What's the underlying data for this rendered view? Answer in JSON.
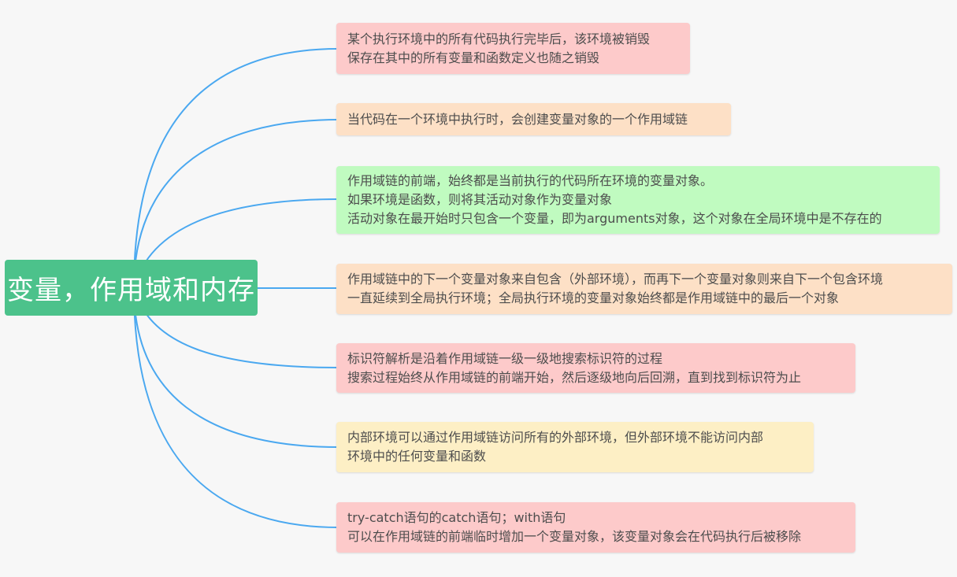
{
  "root": {
    "label": "变量，作用域和内存"
  },
  "colors": {
    "root_bg": "#4cc28b",
    "connector": "#4aa8f0",
    "pink": "#fdcaca",
    "peach": "#fde0c6",
    "green": "#c0fbc0",
    "yellow": "#fdefc5"
  },
  "branches": [
    {
      "color": "pink",
      "lines": [
        "某个执行环境中的所有代码执行完毕后，该环境被销毁",
        "保存在其中的所有变量和函数定义也随之销毁"
      ]
    },
    {
      "color": "peach",
      "lines": [
        "当代码在一个环境中执行时，会创建变量对象的一个作用域链"
      ]
    },
    {
      "color": "green",
      "lines": [
        "作用域链的前端，始终都是当前执行的代码所在环境的变量对象。",
        "如果环境是函数，则将其活动对象作为变量对象",
        "活动对象在最开始时只包含一个变量，即为arguments对象，这个对象在全局环境中是不存在的"
      ]
    },
    {
      "color": "peach",
      "lines": [
        "作用域链中的下一个变量对象来自包含（外部环境），而再下一个变量对象则来自下一个包含环境",
        "一直延续到全局执行环境；全局执行环境的变量对象始终都是作用域链中的最后一个对象"
      ]
    },
    {
      "color": "pink",
      "lines": [
        "标识符解析是沿着作用域链一级一级地搜索标识符的过程",
        "搜索过程始终从作用域链的前端开始，然后逐级地向后回溯，直到找到标识符为止"
      ]
    },
    {
      "color": "yellow",
      "lines": [
        "内部环境可以通过作用域链访问所有的外部环境，但外部环境不能访问内部",
        "环境中的任何变量和函数"
      ]
    },
    {
      "color": "pink",
      "lines": [
        "try-catch语句的catch语句；with语句",
        "可以在作用域链的前端临时增加一个变量对象，该变量对象会在代码执行后被移除"
      ]
    }
  ]
}
